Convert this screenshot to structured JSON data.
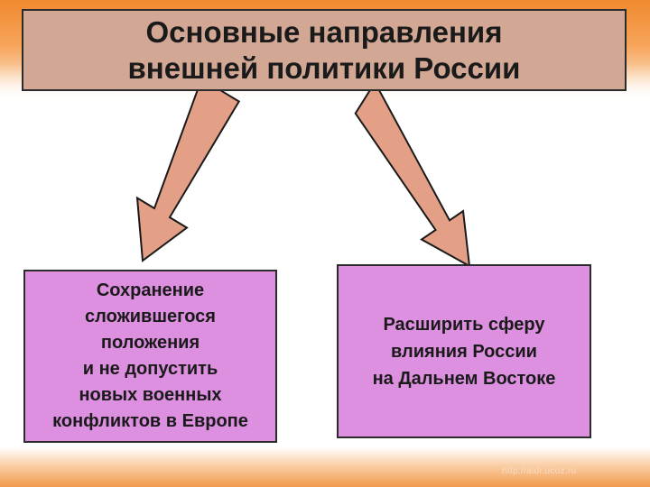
{
  "title": "Основные направления\nвнешней политики России",
  "left_box": {
    "text": "Сохранение\nсложившегося\nположения\nи не допустить\nновых военных\nконфликтов в Европе"
  },
  "right_box": {
    "text": "Расширить сферу\nвлияния России\nна Дальнем Востоке"
  },
  "watermark": "http://aldr.ucoz.ru",
  "colors": {
    "title_fill": "#d2a895",
    "box_fill": "#dd8fe0",
    "arrow_fill": "#e4a086",
    "band": "#f08a30"
  }
}
